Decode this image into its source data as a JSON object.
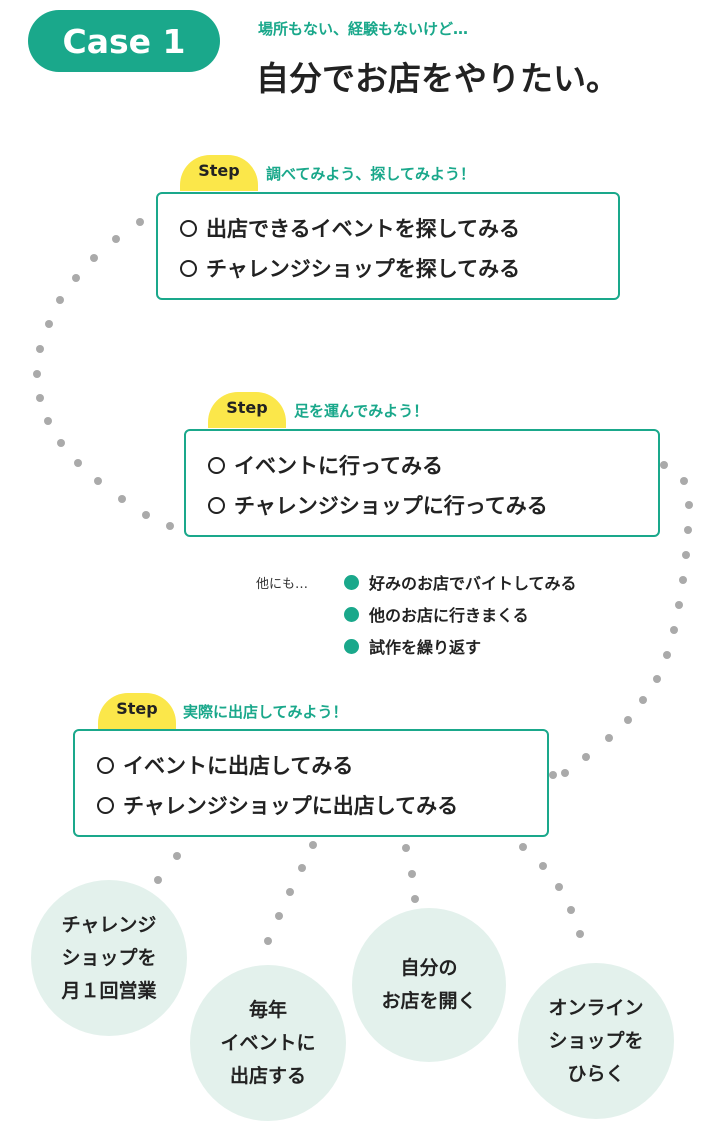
{
  "header": {
    "badge": "Case 1",
    "subtitle": "場所もない、経験もないけど…",
    "title": "自分でお店をやりたい。"
  },
  "steps": [
    {
      "tab": "Step",
      "label": "調べてみよう、探してみよう！",
      "items": [
        "出店できるイベントを探してみる",
        "チャレンジショップを探してみる"
      ]
    },
    {
      "tab": "Step",
      "label": "足を運んでみよう！",
      "items": [
        "イベントに行ってみる",
        "チャレンジショップに行ってみる"
      ]
    },
    {
      "tab": "Step",
      "label": "実際に出店してみよう！",
      "items": [
        "イベントに出店してみる",
        "チャレンジショップに出店してみる"
      ]
    }
  ],
  "others": {
    "label": "他にも…",
    "items": [
      "好みのお店でバイトしてみる",
      "他のお店に行きまくる",
      "試作を繰り返す"
    ]
  },
  "goals": [
    [
      "チャレンジ",
      "ショップを",
      "月１回営業"
    ],
    [
      "毎年",
      "イベントに",
      "出店する"
    ],
    [
      "自分の",
      "お店を開く"
    ],
    [
      "オンライン",
      "ショップを",
      "ひらく"
    ]
  ],
  "colors": {
    "accent": "#1aa88b",
    "step_tab": "#fbe74a",
    "goal_bg": "#e3f1ec",
    "dots": "#aaaaaa"
  }
}
